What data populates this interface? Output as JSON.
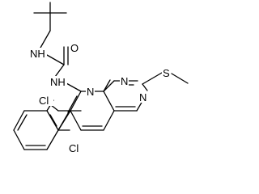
{
  "molecule": {
    "atoms": {
      "nh_top": "NH",
      "o": "O",
      "nh_mid": "NH",
      "n_ring1": "N",
      "n_ring2": "N",
      "n_ring3": "N",
      "s": "S",
      "cl_top": "Cl",
      "cl_bottom": "Cl"
    }
  }
}
